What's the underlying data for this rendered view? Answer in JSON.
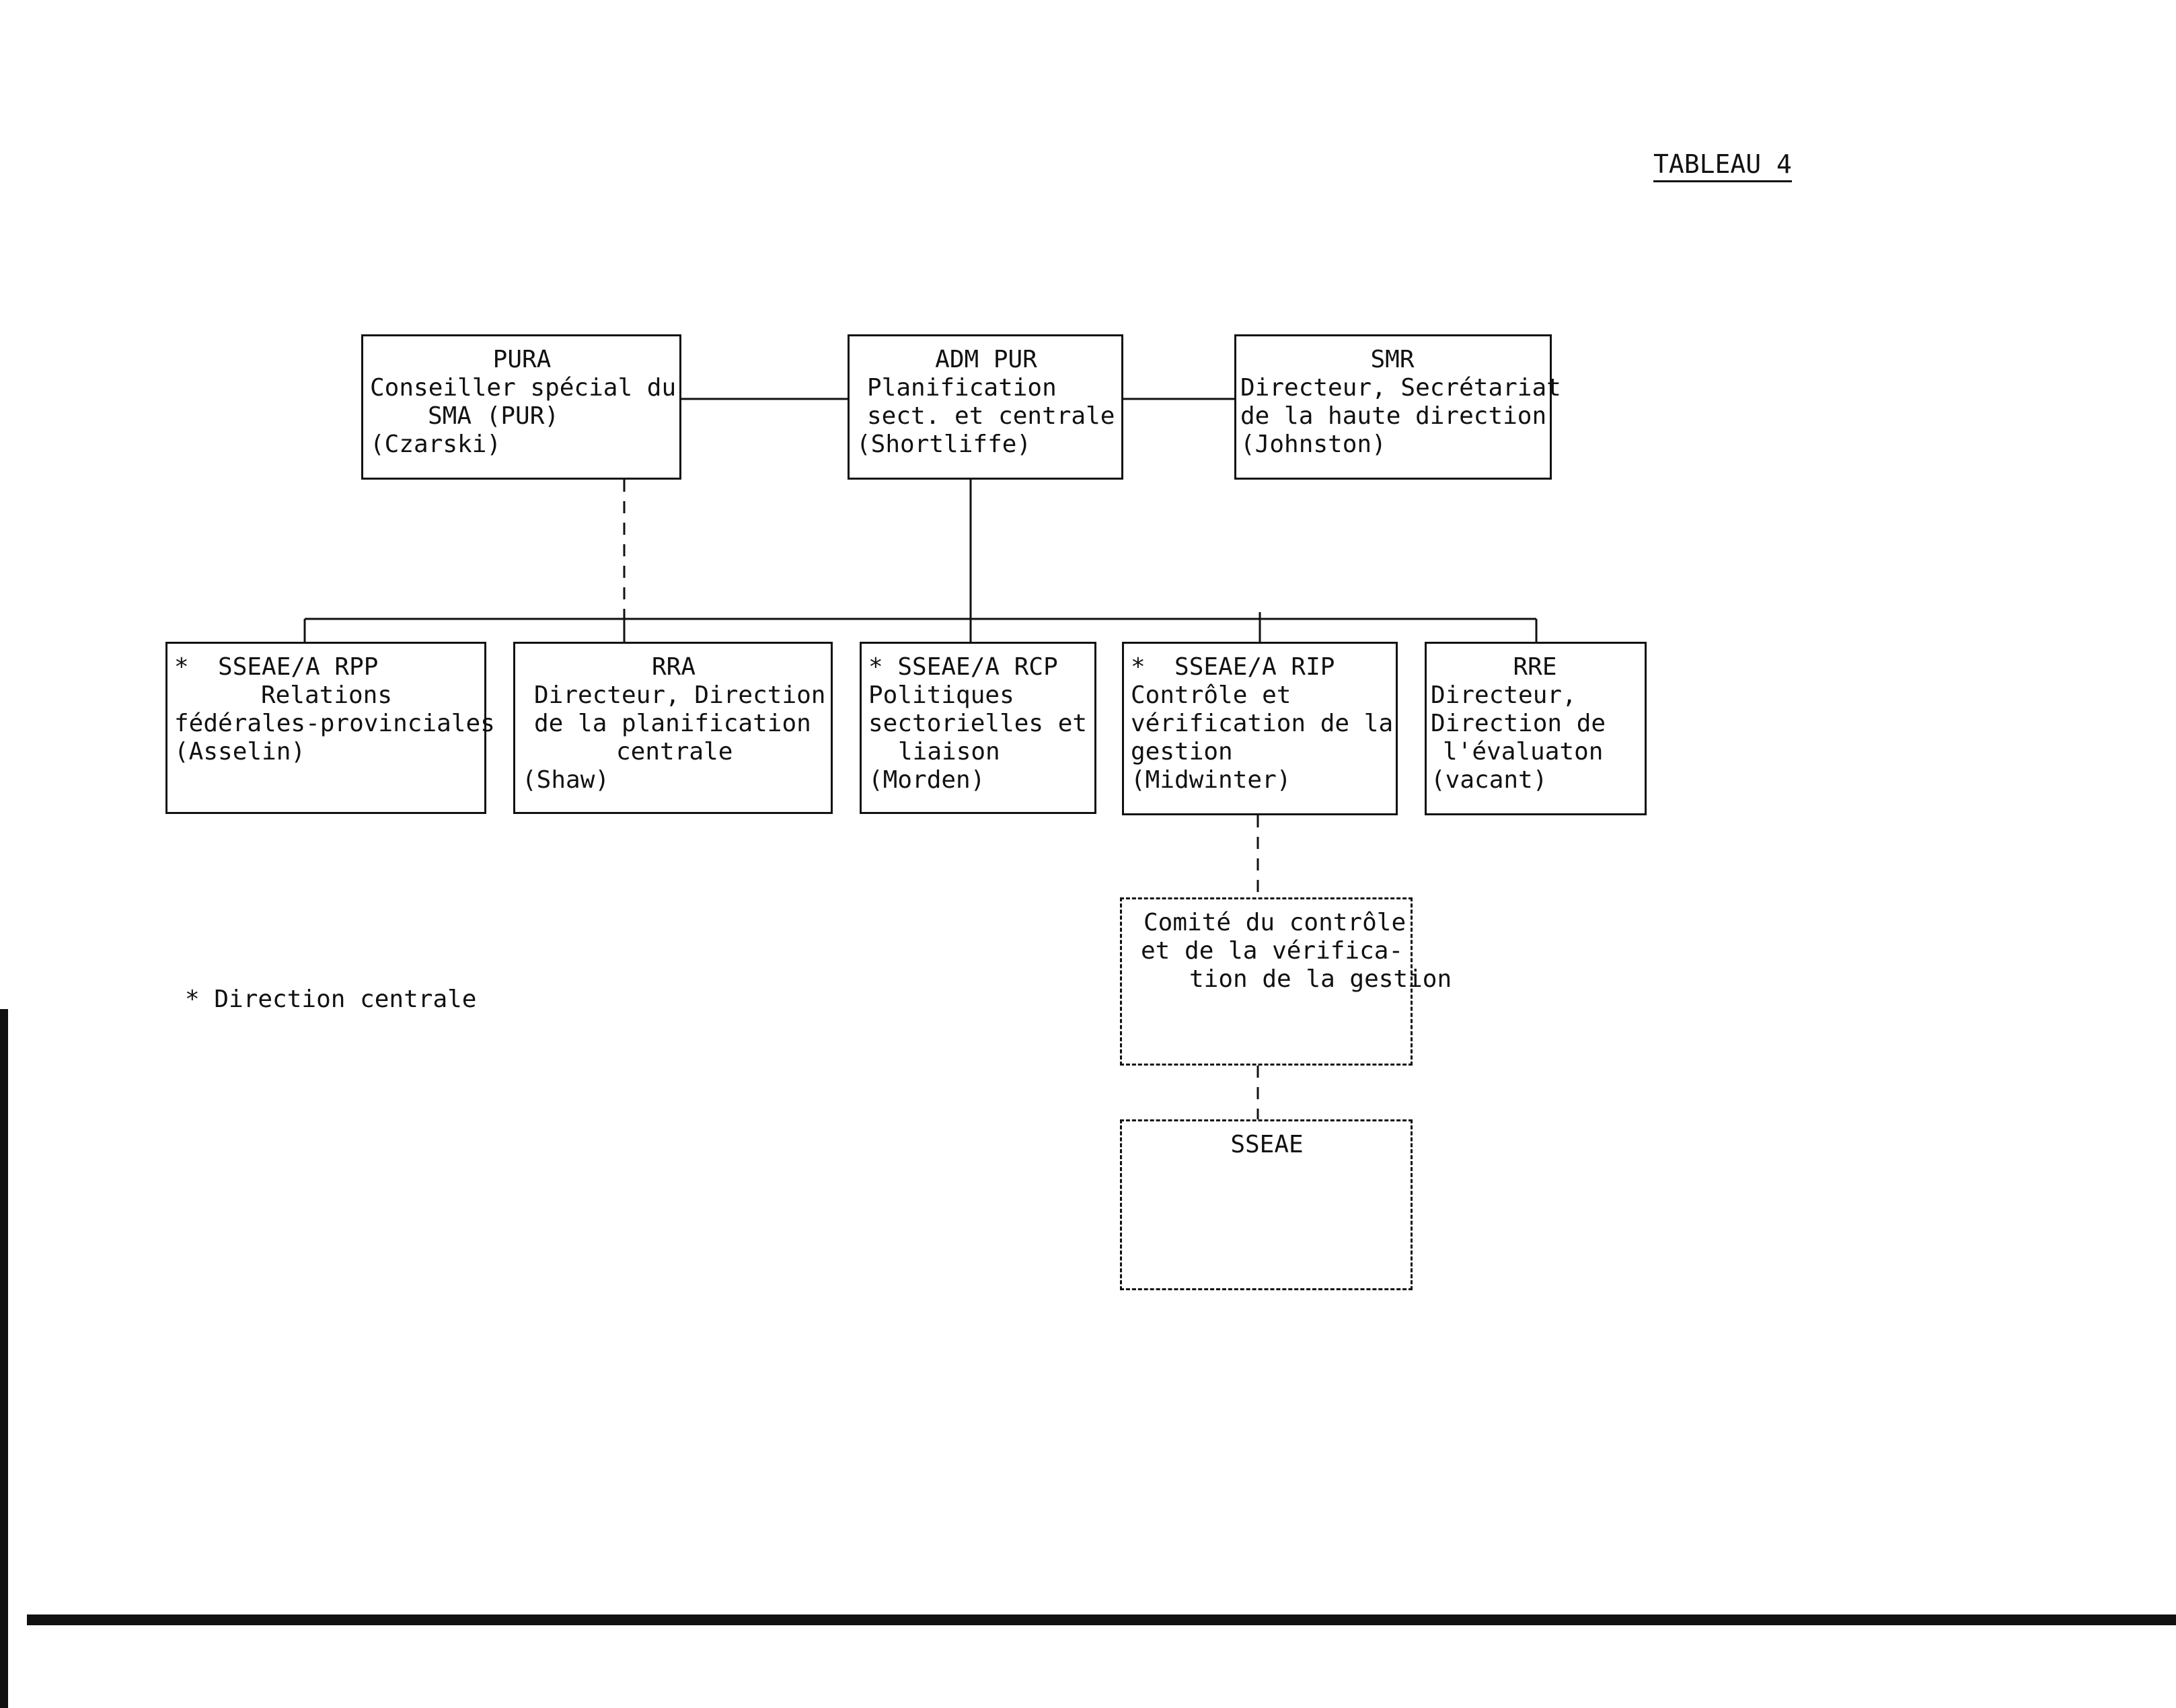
{
  "title": "TABLEAU 4",
  "footnote": "* Direction centrale",
  "boxes": {
    "pura": {
      "code": "PURA",
      "lines": [
        "Conseiller spécial du",
        "SMA (PUR)",
        "(Czarski)"
      ]
    },
    "adm": {
      "code": "ADM PUR",
      "lines": [
        "Planification",
        "sect. et centrale",
        "(Shortliffe)"
      ]
    },
    "smr": {
      "code": "SMR",
      "lines": [
        "Directeur, Secrétariat",
        "de la haute direction",
        "(Johnston)"
      ]
    },
    "rpp": {
      "code": "*  SSEAE/A RPP",
      "lines": [
        "Relations",
        "fédérales-provinciales",
        "",
        "(Asselin)"
      ]
    },
    "rra": {
      "code": "RRA",
      "lines": [
        "Directeur, Direction",
        "de la planification",
        "centrale",
        "(Shaw)"
      ]
    },
    "rcp": {
      "code": "* SSEAE/A RCP",
      "lines": [
        "Politiques",
        "sectorielles et",
        "liaison",
        "(Morden)"
      ]
    },
    "rip": {
      "code": "*  SSEAE/A RIP",
      "lines": [
        "Contrôle et",
        "vérification de la",
        "gestion",
        "(Midwinter)"
      ]
    },
    "rre": {
      "code": "RRE",
      "lines": [
        "Directeur,",
        "Direction de",
        "l'évaluaton",
        "(vacant)"
      ]
    },
    "comite": {
      "lines": [
        "Comité du contrôle",
        "et de la vérifica-",
        "tion de la gestion"
      ]
    },
    "sseae": {
      "code": "SSEAE"
    }
  }
}
